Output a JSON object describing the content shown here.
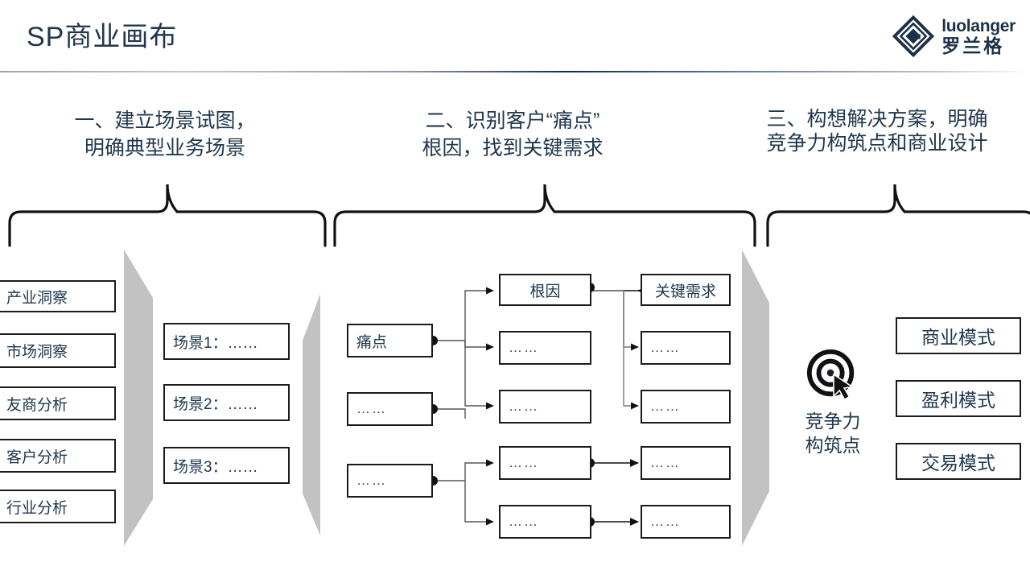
{
  "header": {
    "title": "SP商业画布",
    "logo_en": "luolanger",
    "logo_cn": "罗兰格",
    "logo_icon": "diamond-emblem-icon"
  },
  "sections": [
    {
      "id": "one",
      "line1": "一、建立场景试图，",
      "line2": "明确典型业务场景"
    },
    {
      "id": "two",
      "line1": "二、识别客户“痛点”",
      "line2": "根因，找到关键需求"
    },
    {
      "id": "three",
      "line1": "三、构想解决方案，明确",
      "line2": "竞争力构筑点和商业设计"
    }
  ],
  "analysis_column": {
    "items": [
      {
        "label": "产业洞察"
      },
      {
        "label": "市场洞察"
      },
      {
        "label": "友商分析"
      },
      {
        "label": "客户分析"
      },
      {
        "label": "行业分析"
      }
    ]
  },
  "scene_column": {
    "items": [
      {
        "label": "场景1：……"
      },
      {
        "label": "场景2：……"
      },
      {
        "label": "场景3：……"
      }
    ]
  },
  "painpoint_column": {
    "items": [
      {
        "label": "痛点"
      },
      {
        "label": "……"
      },
      {
        "label": "……"
      }
    ]
  },
  "rootcause_column": {
    "items": [
      {
        "label": "根因"
      },
      {
        "label": "……"
      },
      {
        "label": "……"
      },
      {
        "label": "……"
      },
      {
        "label": "……"
      }
    ]
  },
  "need_column": {
    "items": [
      {
        "label": "关键需求"
      },
      {
        "label": "……"
      },
      {
        "label": "……"
      },
      {
        "label": "……"
      },
      {
        "label": "……"
      }
    ]
  },
  "competitiveness": {
    "icon": "target-cursor-icon",
    "line1": "竞争力",
    "line2": "构筑点"
  },
  "mode_column": {
    "items": [
      {
        "label": "商业模式"
      },
      {
        "label": "盈利模式"
      },
      {
        "label": "交易模式"
      }
    ]
  },
  "colors": {
    "text_navy": "#22374d",
    "line_black": "#1b1b1b",
    "chevron_gray": "#c0c0c0",
    "rule_dark": "#1b2a3c"
  }
}
